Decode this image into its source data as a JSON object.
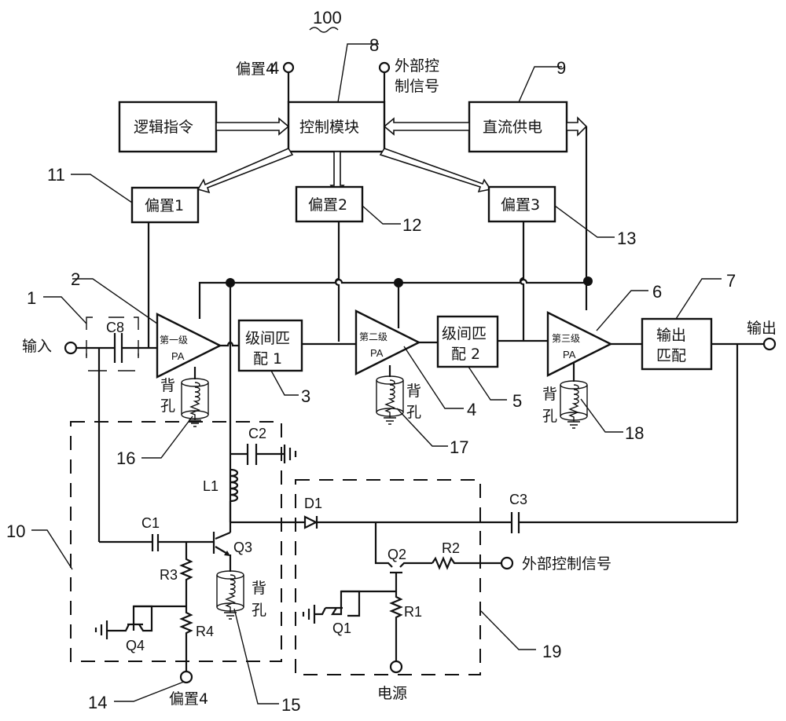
{
  "figure": {
    "ref_number": "100",
    "blocks": {
      "logic_command": "逻辑指令",
      "control_module": "控制模块",
      "dc_supply": "直流供电",
      "bias1": "偏置1",
      "bias2": "偏置2",
      "bias3": "偏置3",
      "interstage_match1_line1": "级间匹",
      "interstage_match1_line2": "配 1",
      "interstage_match2_line1": "级间匹",
      "interstage_match2_line2": "配 2",
      "output_match_line1": "输出",
      "output_match_line2": "匹配"
    },
    "amplifiers": [
      {
        "stage": "第一级",
        "type": "PA"
      },
      {
        "stage": "第二级",
        "type": "PA"
      },
      {
        "stage": "第三级",
        "type": "PA"
      }
    ],
    "terminals": {
      "input": "输入",
      "output": "输出",
      "bias4_top": "偏置4",
      "ext_ctrl_top_line1": "外部控",
      "ext_ctrl_top_line2": "制信号",
      "ext_ctrl_right": "外部控制信号",
      "power": "电源",
      "bias4_bottom": "偏置4"
    },
    "via_label_line1": "背",
    "via_label_line2": "孔",
    "components": {
      "C8": "C8",
      "C1": "C1",
      "C2": "C2",
      "C3": "C3",
      "L1": "L1",
      "D1": "D1",
      "R1": "R1",
      "R2": "R2",
      "R3": "R3",
      "R4": "R4",
      "Q1": "Q1",
      "Q2": "Q2",
      "Q3": "Q3",
      "Q4": "Q4"
    },
    "callouts": {
      "n1": "1",
      "n2": "2",
      "n3": "3",
      "n4": "4",
      "n5": "5",
      "n6": "6",
      "n7": "7",
      "n8": "8",
      "n9": "9",
      "n10": "10",
      "n11": "11",
      "n12": "12",
      "n13": "13",
      "n14": "14",
      "n15": "15",
      "n16": "16",
      "n17": "17",
      "n18": "18",
      "n19": "19"
    }
  }
}
